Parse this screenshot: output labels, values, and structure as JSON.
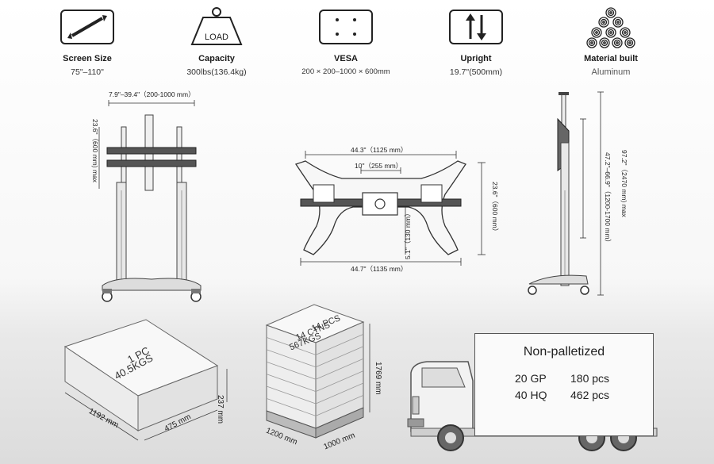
{
  "specs": [
    {
      "title": "Screen Size",
      "value": "75\"–110\"",
      "icon": "screen-size-icon"
    },
    {
      "title": "Capacity",
      "value": "300lbs(136.4kg)",
      "icon": "load-weight-icon",
      "icon_text": "LOAD"
    },
    {
      "title": "VESA",
      "value": "200 × 200–1000 × 600mm",
      "icon": "vesa-icon"
    },
    {
      "title": "Upright",
      "value": "19.7\"(500mm)",
      "icon": "upright-arrows-icon"
    },
    {
      "title": "Material built",
      "value": "Aluminum",
      "icon": "aluminum-coils-icon"
    }
  ],
  "front_view": {
    "width_dim": "7.9\"–39.4\"（200-1000 mm）",
    "height_dim": "23.6\"（600 mm) max"
  },
  "top_view": {
    "width_top": "44.3\"（1125 mm）",
    "inner_width": "10\"（255 mm）",
    "depth": "23.6\"（600 mm）",
    "offset": "5.1\"（130 mm）",
    "width_bottom": "44.7\"（1135 mm）"
  },
  "side_view": {
    "total_height": "97.2\"（2470 mm) max",
    "range": "47.2\"–66.9\"（1200-1700 mm）"
  },
  "single_package": {
    "label_line1": "1 PC",
    "label_line2": "40.5KGS",
    "length": "1192 mm",
    "width": "475 mm",
    "height": "237 mm"
  },
  "pallet": {
    "label_line1": "14 PCS",
    "label_line2": "14 CTNS",
    "label_line3": "567KGS",
    "height": "1769 mm",
    "length": "1200 mm",
    "width": "1000 mm"
  },
  "shipping": {
    "title": "Non-palletized",
    "rows": [
      {
        "container": "20 GP",
        "qty": "180 pcs"
      },
      {
        "container": "40 HQ",
        "qty": "462 pcs"
      }
    ]
  }
}
